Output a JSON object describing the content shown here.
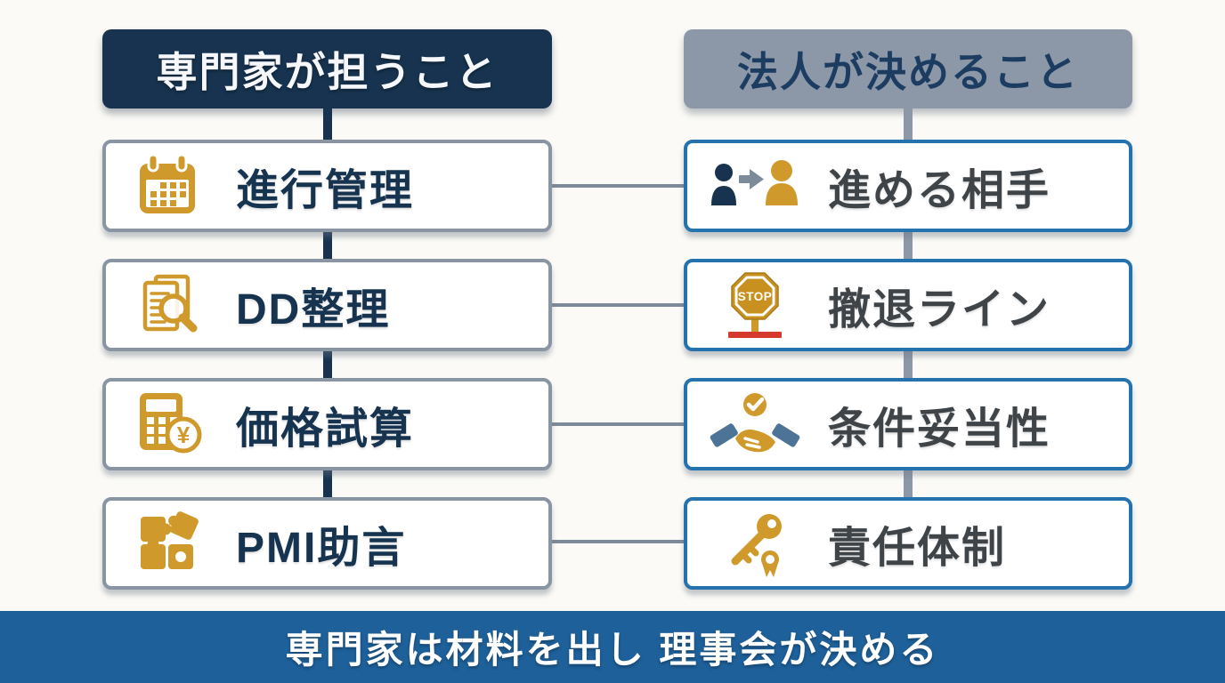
{
  "left_column": {
    "header": "専門家が担うこと",
    "items": [
      {
        "label": "進行管理",
        "icon": "calendar-icon"
      },
      {
        "label": "DD整理",
        "icon": "document-search-icon"
      },
      {
        "label": "価格試算",
        "icon": "calculator-yen-icon",
        "icon_text": "¥"
      },
      {
        "label": "PMI助言",
        "icon": "puzzle-icon"
      }
    ]
  },
  "right_column": {
    "header": "法人が決めること",
    "items": [
      {
        "label": "進める相手",
        "icon": "person-to-person-icon"
      },
      {
        "label": "撤退ライン",
        "icon": "stop-sign-icon",
        "icon_text": "STOP"
      },
      {
        "label": "条件妥当性",
        "icon": "handshake-check-icon"
      },
      {
        "label": "責任体制",
        "icon": "key-medal-icon"
      }
    ]
  },
  "footer": {
    "label": "専門家は材料を出し 理事会が決める"
  },
  "colors": {
    "navy": "#17334f",
    "gold": "#cf9a2b",
    "steel_gray_header": "#8c98a8",
    "gray_border": "#8a95a3",
    "blue_border": "#2573ae",
    "banner_blue": "#1e609a",
    "connector_gray": "#7d8a99",
    "right_label_text": "#3f4448",
    "stop_base_red": "#d63a2f",
    "page_background": "#fbfaf6"
  }
}
